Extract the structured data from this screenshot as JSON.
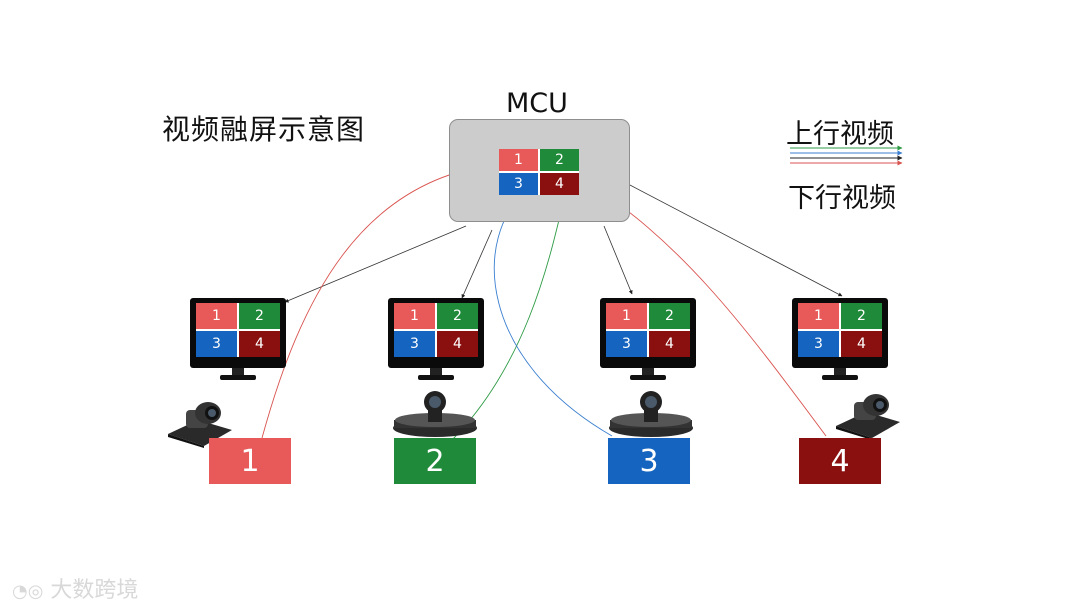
{
  "title": "视频融屏示意图",
  "mcu": {
    "label": "MCU",
    "tiles": [
      "1",
      "2",
      "3",
      "4"
    ]
  },
  "legend": {
    "uplink_label": "上行视频",
    "downlink_label": "下行视频"
  },
  "endpoints": [
    {
      "number": "1",
      "color": "#e85a5a",
      "camera": "ptz-camera-icon"
    },
    {
      "number": "2",
      "color": "#1f8a3a",
      "camera": "conference-camera-icon"
    },
    {
      "number": "3",
      "color": "#1565c0",
      "camera": "conference-camera-icon"
    },
    {
      "number": "4",
      "color": "#8a1010",
      "camera": "ptz-camera-icon"
    }
  ],
  "monitor_tiles": [
    "1",
    "2",
    "3",
    "4"
  ],
  "colors": {
    "tile1": "#e85a5a",
    "tile2": "#1f8a3a",
    "tile3": "#1565c0",
    "tile4": "#8a1010",
    "mcu_box": "#cccccc"
  },
  "watermark": "大数跨境"
}
